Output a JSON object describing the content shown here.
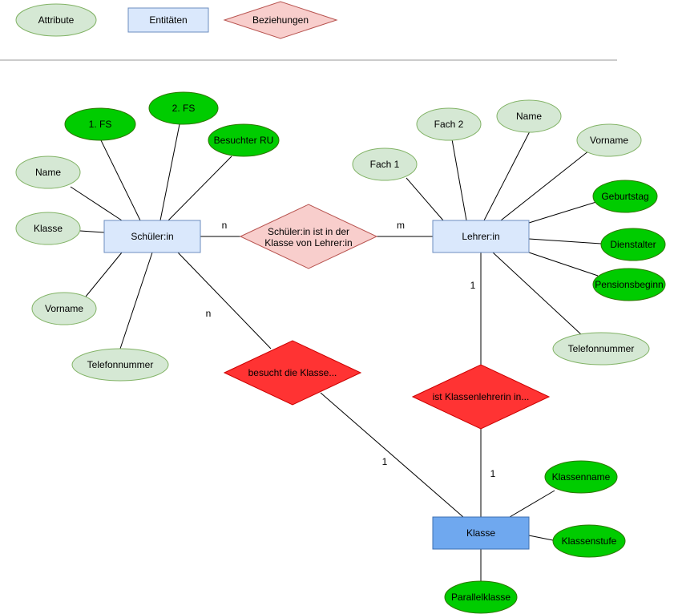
{
  "legend": {
    "attribute": "Attribute",
    "entity": "Entitäten",
    "relation": "Beziehungen"
  },
  "colors": {
    "attribute_light_fill": "#d5e8d4",
    "attribute_light_stroke": "#82b366",
    "attribute_dark_fill": "#00cc00",
    "attribute_dark_stroke": "#2d7600",
    "entity_light_fill": "#dae8fc",
    "entity_light_stroke": "#6c8ebf",
    "entity_dark_fill": "#6fa8ef",
    "entity_dark_stroke": "#3d6fb0",
    "relation_light_fill": "#f8cecc",
    "relation_light_stroke": "#b85450",
    "relation_dark_fill": "#ff3333",
    "relation_dark_stroke": "#cc0000"
  },
  "entities": {
    "schueler": "Schüler:in",
    "lehrer": "Lehrer:in",
    "klasse": "Klasse"
  },
  "relations": {
    "schueler_lehrer": [
      "Schüler:in ist in der",
      "Klasse von Lehrer:in"
    ],
    "besucht": "besucht die Klasse...",
    "klassenlehrer": "ist Klassenlehrerin in..."
  },
  "attributes": {
    "schueler": {
      "fs1": "1. FS",
      "fs2": "2. FS",
      "besuchter_ru": "Besuchter RU",
      "name": "Name",
      "klasse": "Klasse",
      "vorname": "Vorname",
      "telefonnummer": "Telefonnummer"
    },
    "lehrer": {
      "fach1": "Fach 1",
      "fach2": "Fach 2",
      "name": "Name",
      "vorname": "Vorname",
      "geburtstag": "Geburtstag",
      "dienstalter": "Dienstalter",
      "pensionsbeginn": "Pensionsbeginn",
      "telefonnummer": "Telefonnummer"
    },
    "klasse": {
      "klassenname": "Klassenname",
      "klassenstufe": "Klassenstufe",
      "parallelklasse": "Parallelklasse"
    }
  },
  "cardinalities": {
    "schueler_to_rel1": "n",
    "rel1_to_lehrer": "m",
    "schueler_to_besucht": "n",
    "besucht_to_klasse": "1",
    "lehrer_to_klassenlehrer": "1",
    "klassenlehrer_to_klasse": "1"
  }
}
